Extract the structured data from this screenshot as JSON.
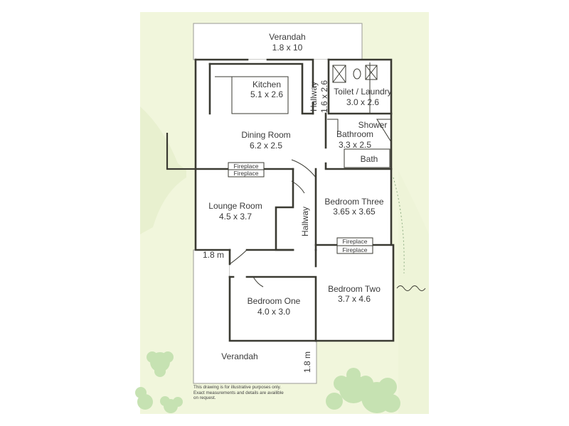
{
  "rooms": {
    "front_verandah": {
      "name": "Verandah",
      "size": "1.8 x 10"
    },
    "kitchen": {
      "name": "Kitchen",
      "size": "5.1 x 2.6"
    },
    "hallway_north": {
      "name": "Hallway",
      "size": "1.6 x 2.6"
    },
    "toilet_laundry": {
      "name": "Toilet / Laundry",
      "size": "3.0 x 2.6"
    },
    "dining_room": {
      "name": "Dining Room",
      "size": "6.2 x 2.5"
    },
    "shower": {
      "name": "Shower"
    },
    "bathroom": {
      "name": "Bathroom",
      "size": "3.3 x 2.5"
    },
    "bath": {
      "name": "Bath"
    },
    "lounge_room": {
      "name": "Lounge Room",
      "size": "4.5 x 3.7"
    },
    "hallway_central": {
      "name": "Hallway"
    },
    "bedroom_three": {
      "name": "Bedroom Three",
      "size": "3.65 x 3.65"
    },
    "bedroom_one": {
      "name": "Bedroom One",
      "size": "4.0 x 3.0"
    },
    "bedroom_two": {
      "name": "Bedroom Two",
      "size": "3.7 x 4.6"
    },
    "rear_verandah": {
      "name": "Verandah"
    }
  },
  "fireplaces": {
    "dining_label": "Fireplace",
    "lounge_label": "Fireplace",
    "bed3_label": "Fireplace",
    "bed2_label": "Fireplace"
  },
  "dimensions": {
    "side_verandah_width": "1.8 m",
    "rear_verandah_width": "1.8 m"
  },
  "disclaimer": {
    "line1": "This drawing is for illustrative purposes only.",
    "line2": "Exact measurements and details are availible",
    "line3": "on request."
  },
  "colors": {
    "background_green": "#f1f6dc",
    "wall": "#3a3a32",
    "foliage": "#c6e2b2"
  }
}
